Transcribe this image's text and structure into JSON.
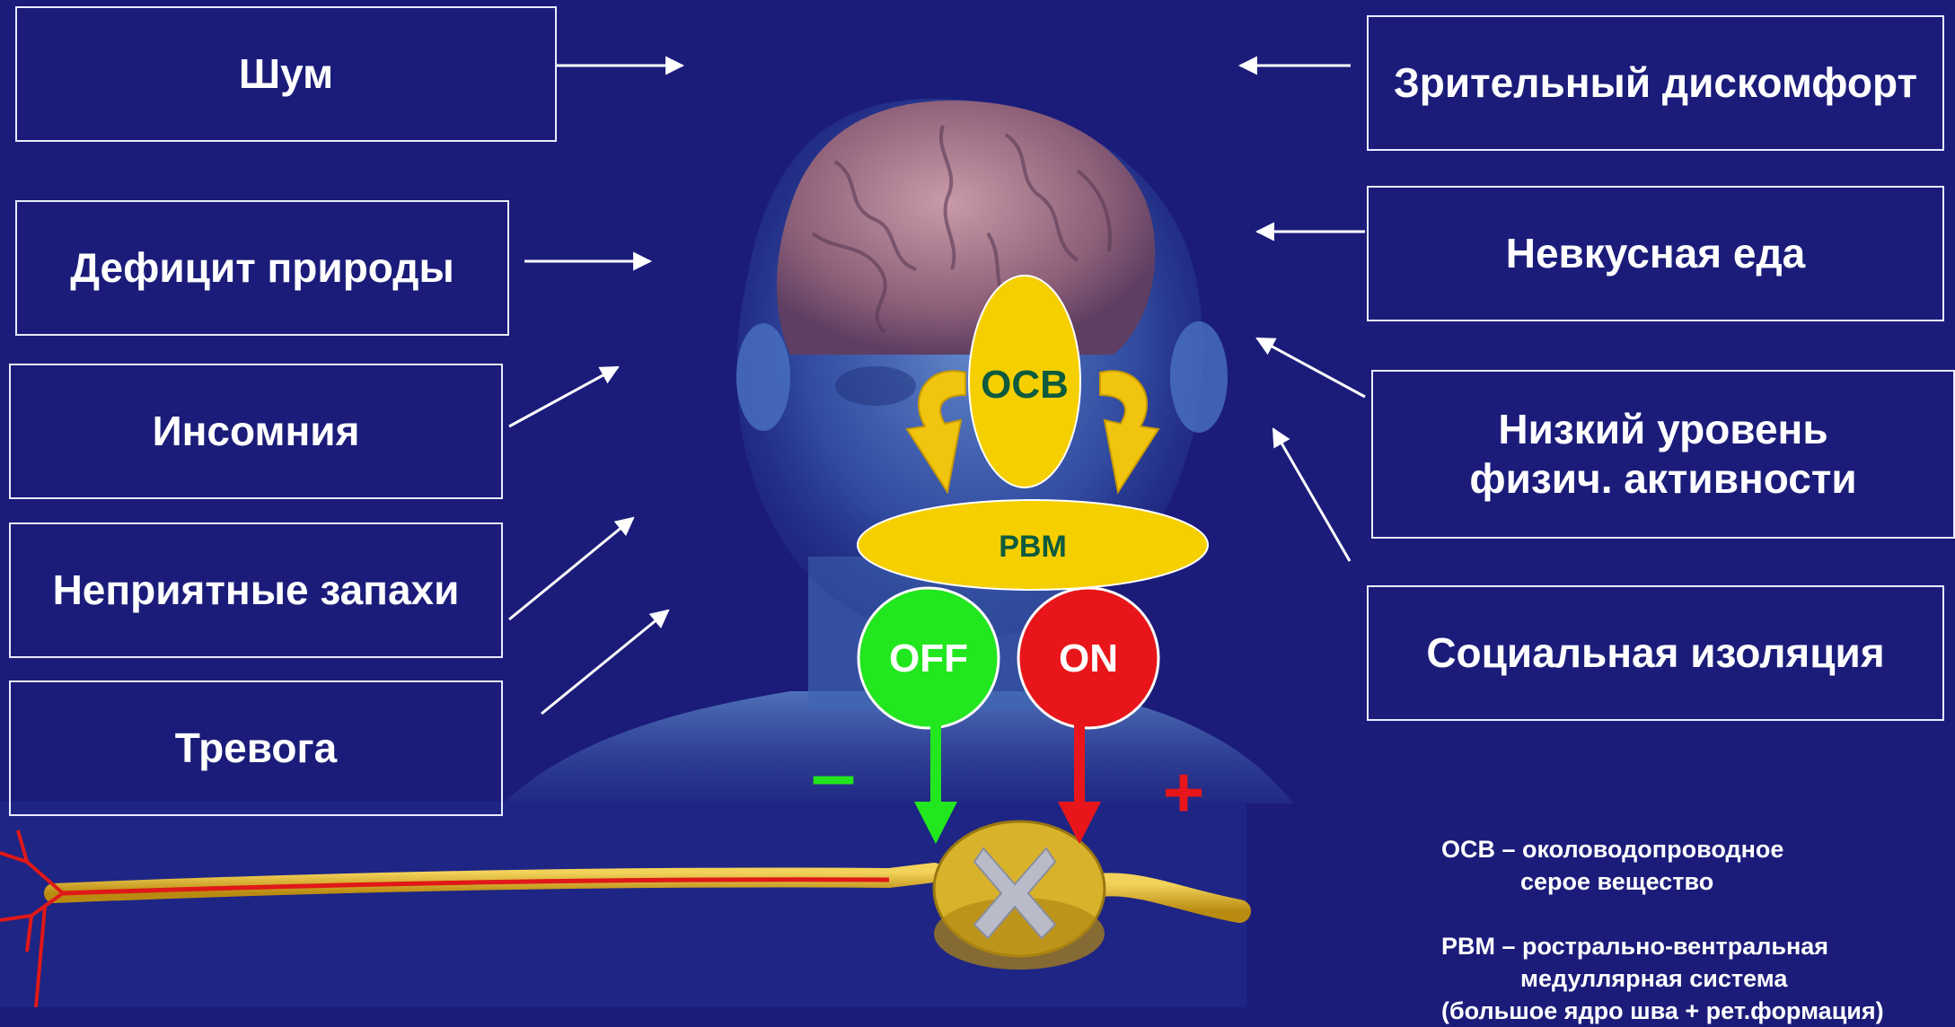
{
  "colors": {
    "background": "#1b1c7a",
    "box_border": "#e8ecff",
    "osv_fill": "#f5cf00",
    "osv_text": "#0e5a3e",
    "off_green": "#22e61e",
    "on_red": "#e8161a",
    "nerve": "#d9a81a"
  },
  "factors_left": [
    {
      "label": "Шум"
    },
    {
      "label": "Дефицит природы"
    },
    {
      "label": "Инсомния"
    },
    {
      "label": "Неприятные запахи"
    },
    {
      "label": "Тревога"
    }
  ],
  "factors_right": [
    {
      "label": "Зрительный дискомфорт"
    },
    {
      "label": "Невкусная еда"
    },
    {
      "label": "Низкий уровень физич.  активности"
    },
    {
      "label": "Социальная изоляция"
    }
  ],
  "center": {
    "osv_label": "ОСВ",
    "rvm_label": "РВМ",
    "off_label": "OFF",
    "on_label": "ON",
    "minus_sign": "–",
    "plus_sign": "+"
  },
  "legend": {
    "osv_line1": "ОСВ – околоводопроводное",
    "osv_line2": "серое вещество",
    "rvm_line1": "РВМ – рострально-вентральная",
    "rvm_line2": "медуллярная система",
    "rvm_line3": "(большое ядро шва + рет.формация)"
  }
}
